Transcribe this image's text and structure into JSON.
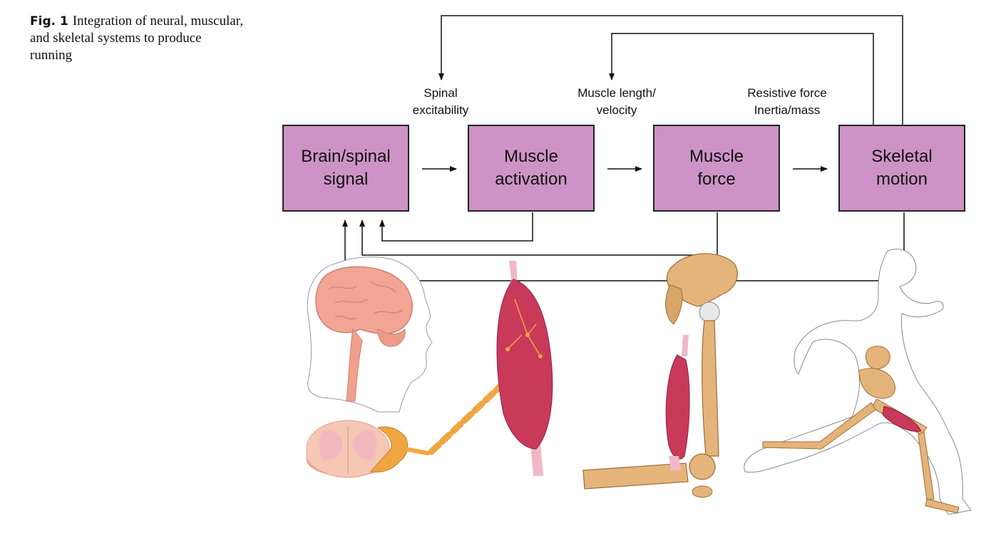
{
  "caption": {
    "label": "Fig. 1",
    "text": "Integration of neural, muscular, and skeletal systems to produce running"
  },
  "boxes": [
    {
      "line1": "Brain/spinal",
      "line2": "signal"
    },
    {
      "line1": "Muscle",
      "line2": "activation"
    },
    {
      "line1": "Muscle",
      "line2": "force"
    },
    {
      "line1": "Skeletal",
      "line2": "motion"
    }
  ],
  "feedback_labels": {
    "spinal": {
      "line1": "Spinal",
      "line2": "excitability"
    },
    "muscle": {
      "line1": "Muscle length/",
      "line2": "velocity"
    },
    "resistive": {
      "line1": "Resistive force",
      "line2": "Inertia/mass"
    }
  },
  "colors": {
    "box_fill": "#cd93c6",
    "muscle": "#c8395a",
    "bone": "#e4b47a",
    "brain": "#f2a594",
    "nerve": "#f0a640"
  },
  "illustrations": [
    "head-brain-icon",
    "spinal-cord-icon",
    "neuron-axon-icon",
    "muscle-icon",
    "leg-bones-icon",
    "runner-skeleton-icon"
  ]
}
